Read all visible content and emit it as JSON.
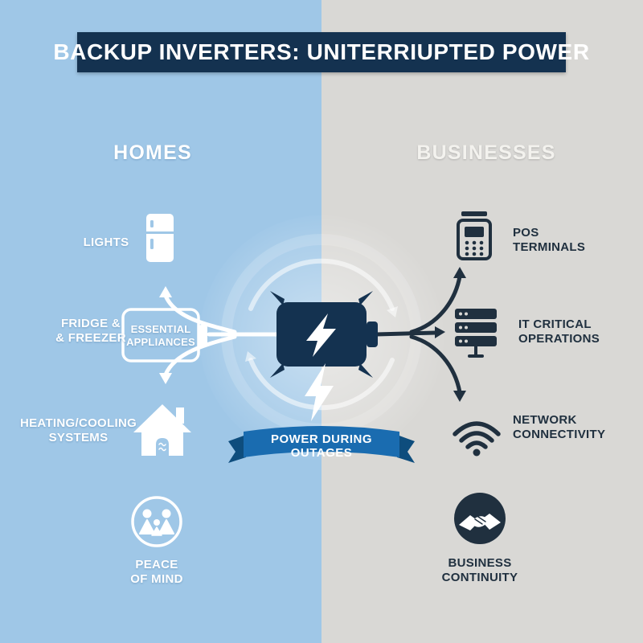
{
  "banner": {
    "title": "BACKUP INVERTERS: UNITERRIUPTED POWER"
  },
  "center": {
    "ribbon": "POWER DURING OUTAGES",
    "battery_icon": "battery-lightning-icon"
  },
  "homes": {
    "heading": "HOMES",
    "items": [
      {
        "icon": "refrigerator-icon",
        "lines": [
          "LIGHTS"
        ]
      },
      {
        "icon": "essential-appliances-battery-icon",
        "lines": [
          "FRIDGE &",
          "& FREEZER"
        ],
        "box_lines": [
          "ESSENTIAL",
          "APPLIANCES"
        ]
      },
      {
        "icon": "house-icon",
        "lines": [
          "HEATING/COOLING",
          "SYSTEMS"
        ]
      },
      {
        "icon": "family-icon",
        "lines": [
          "PEACE",
          "OF MIND"
        ]
      }
    ]
  },
  "businesses": {
    "heading": "BUSINESSES",
    "items": [
      {
        "icon": "pos-terminal-icon",
        "lines": [
          "POS",
          "TERMINALS"
        ]
      },
      {
        "icon": "server-rack-icon",
        "lines": [
          "IT CRITICAL",
          "OPERATIONS"
        ]
      },
      {
        "icon": "wifi-icon",
        "lines": [
          "NETWORK",
          "CONNECTIVITY"
        ]
      },
      {
        "icon": "handshake-icon",
        "lines": [
          "BUSINESS",
          "CONTINUITY"
        ]
      }
    ]
  },
  "colors": {
    "left_bg": "#9fc7e7",
    "right_bg": "#d9d8d5",
    "navy": "#143250",
    "dark": "#20303f",
    "ribbon_blue": "#1a6cb0",
    "ribbon_fold": "#0e4d7d",
    "white": "#ffffff"
  }
}
